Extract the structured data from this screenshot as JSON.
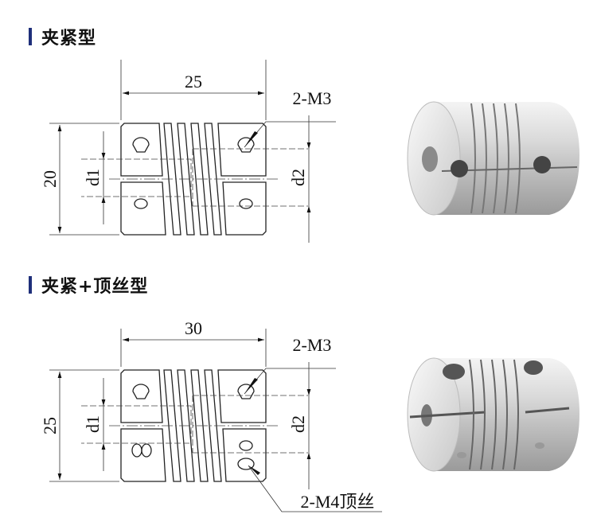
{
  "sections": [
    {
      "title": "夹紧型",
      "length_label": "25",
      "height_label": "20",
      "d1_label": "d1",
      "d2_label": "d2",
      "screw_label": "2-M3"
    },
    {
      "title": "夹紧+顶丝型",
      "length_label": "30",
      "height_label": "25",
      "d1_label": "d1",
      "d2_label": "d2",
      "screw_label": "2-M3",
      "set_screw_label": "2-M4顶丝"
    }
  ],
  "colors": {
    "accent": "#1f2f7a"
  }
}
